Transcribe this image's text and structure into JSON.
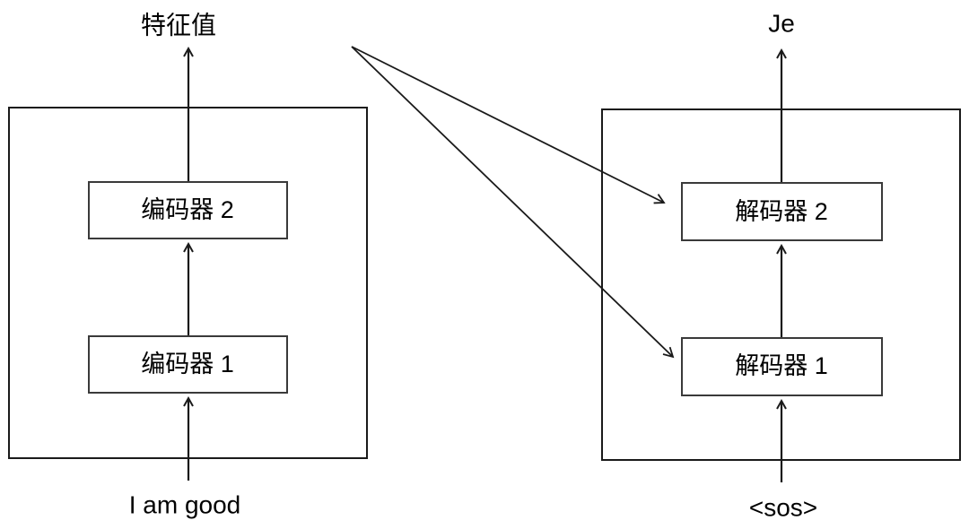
{
  "diagram": {
    "title_present": false,
    "colors": {
      "stroke": "#1a1a1a",
      "inner_stroke": "#3a3a3a",
      "background": "#ffffff",
      "text": "#000000"
    },
    "encoder_stack": {
      "name": "encoder-stack",
      "output_label": "特征值",
      "input_label": "I am good",
      "blocks": [
        {
          "id": "encoder-2",
          "label": "编码器 2"
        },
        {
          "id": "encoder-1",
          "label": "编码器 1"
        }
      ]
    },
    "decoder_stack": {
      "name": "decoder-stack",
      "output_label": "Je",
      "input_label": "<sos>",
      "blocks": [
        {
          "id": "decoder-2",
          "label": "解码器 2"
        },
        {
          "id": "decoder-1",
          "label": "解码器 1"
        }
      ]
    },
    "cross_connections": [
      {
        "id": "encoder-output-to-decoder-2",
        "from": "encoder-output",
        "to": "decoder-2"
      },
      {
        "id": "encoder-output-to-decoder-1",
        "from": "encoder-output",
        "to": "decoder-1"
      }
    ]
  }
}
